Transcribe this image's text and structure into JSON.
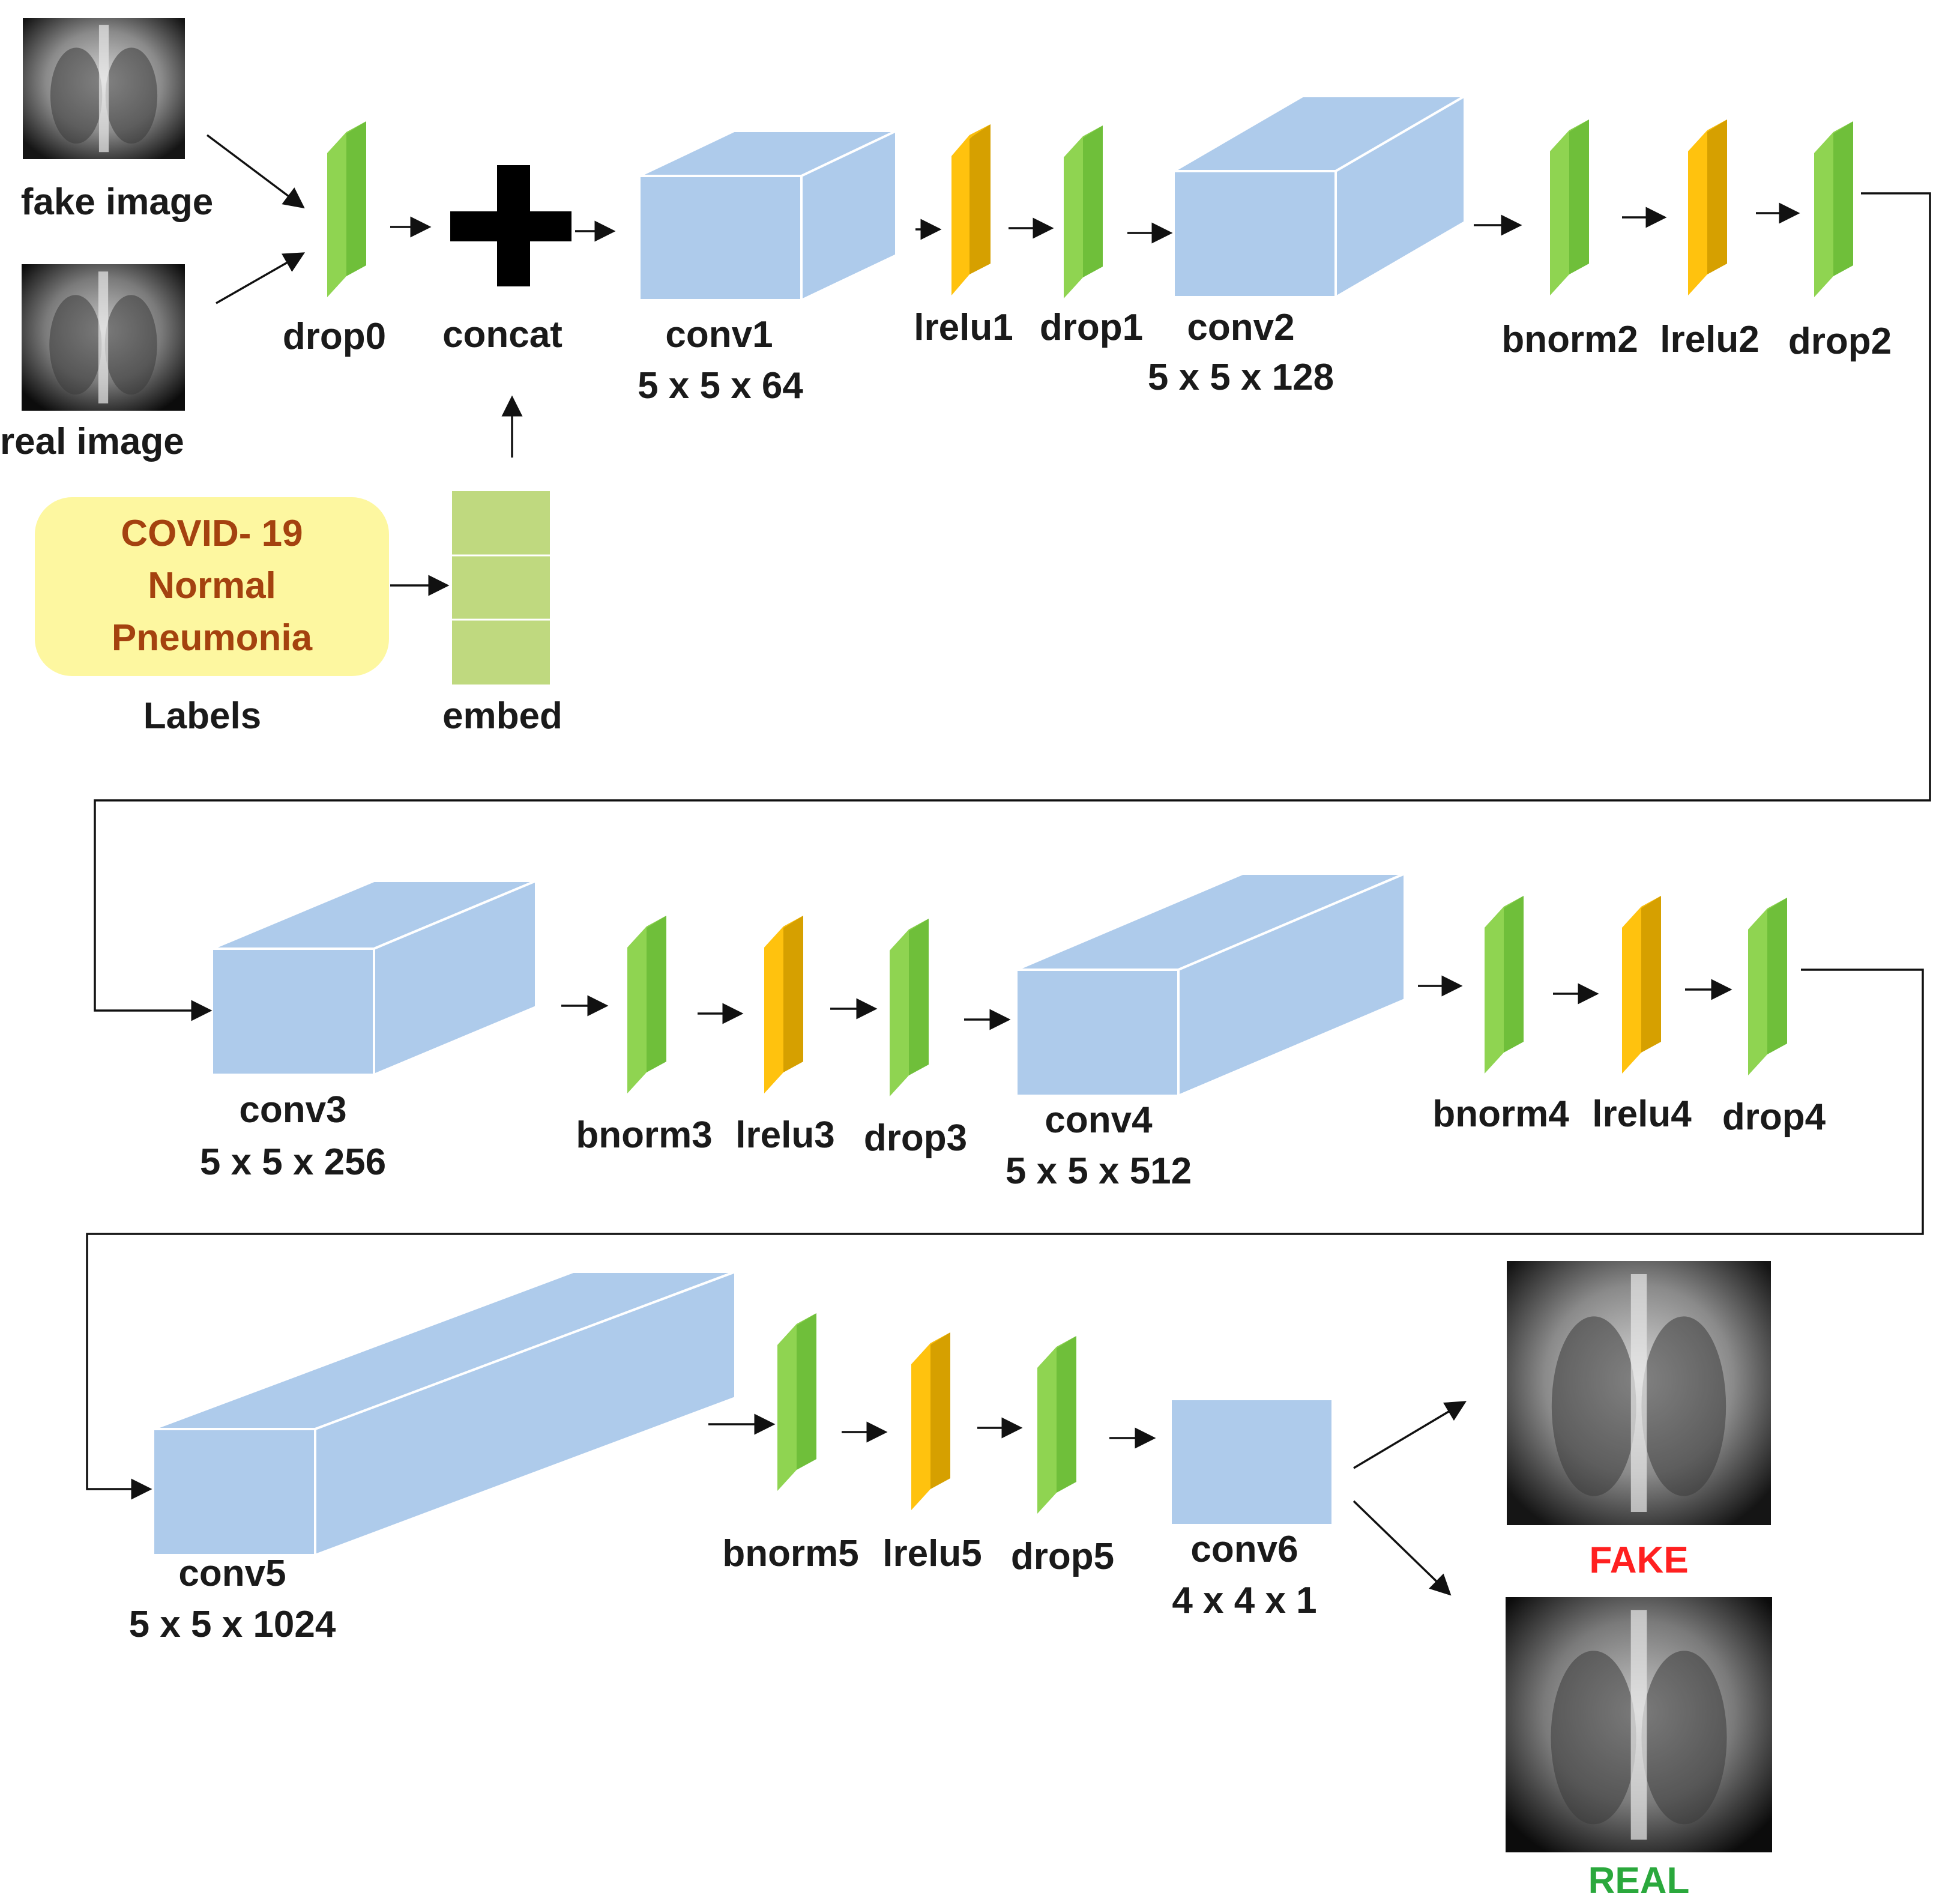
{
  "inputs": {
    "fake_image": "fake image",
    "real_image": "real image"
  },
  "labels_box": {
    "items": [
      "COVID- 19",
      "Normal",
      "Pneumonia"
    ],
    "caption": "Labels"
  },
  "embed": {
    "caption": "embed"
  },
  "concat": {
    "caption": "concat"
  },
  "row1": {
    "drop0": "drop0",
    "conv1": {
      "name": "conv1",
      "size": "5 x 5 x 64"
    },
    "lrelu1": "lrelu1",
    "drop1": "drop1",
    "conv2": {
      "name": "conv2",
      "size": "5 x 5 x 128"
    },
    "bnorm2": "bnorm2",
    "lrelu2": "lrelu2",
    "drop2": "drop2"
  },
  "row2": {
    "conv3": {
      "name": "conv3",
      "size": "5 x 5 x 256"
    },
    "bnorm3": "bnorm3",
    "lrelu3": "lrelu3",
    "drop3": "drop3",
    "conv4": {
      "name": "conv4",
      "size": "5 x 5 x 512"
    },
    "bnorm4": "bnorm4",
    "lrelu4": "lrelu4",
    "drop4": "drop4"
  },
  "row3": {
    "conv5": {
      "name": "conv5",
      "size": "5 x 5 x 1024"
    },
    "bnorm5": "bnorm5",
    "lrelu5": "lrelu5",
    "drop5": "drop5",
    "conv6": {
      "name": "conv6",
      "size": "4 x 4 x 1"
    }
  },
  "outputs": {
    "fake": "FAKE",
    "real": "REAL"
  },
  "colors": {
    "conv_front": "#aecbeb",
    "conv_edge": "#ffffff",
    "green_front": "#6fbf3a",
    "green_side": "#8fd451",
    "orange_front": "#d6a000",
    "orange_side": "#ffc20e",
    "embed": "#bfd97f",
    "labels_bg": "#fdf7a0",
    "class_text": "#a4420f",
    "fake_text": "#ff2020",
    "real_text": "#2aa83c"
  }
}
